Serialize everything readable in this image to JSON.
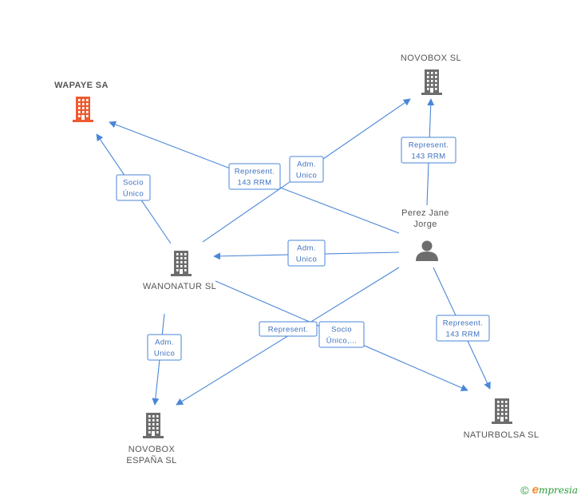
{
  "nodes": [
    {
      "id": "wapaye",
      "label": [
        "WAPAYE SA"
      ],
      "type": "company",
      "color": "#ee5a2f",
      "main": true
    },
    {
      "id": "novobox",
      "label": [
        "NOVOBOX SL"
      ],
      "type": "company",
      "color": "#6d6d6d"
    },
    {
      "id": "perez",
      "label": [
        "Perez Jane",
        "Jorge"
      ],
      "type": "person",
      "color": "#6d6d6d"
    },
    {
      "id": "wanonatur",
      "label": [
        "WANONATUR SL"
      ],
      "type": "company",
      "color": "#6d6d6d"
    },
    {
      "id": "novobox_es",
      "label": [
        "NOVOBOX",
        "ESPAÑA  SL"
      ],
      "type": "company",
      "color": "#6d6d6d"
    },
    {
      "id": "naturbolsa",
      "label": [
        "NATURBOLSA SL"
      ],
      "type": "company",
      "color": "#6d6d6d"
    }
  ],
  "edges": [
    {
      "from": "perez",
      "to": "wapaye",
      "label": [
        "Represent.",
        "143 RRM"
      ]
    },
    {
      "from": "wanonatur",
      "to": "wapaye",
      "label": [
        "Socio",
        "Único"
      ]
    },
    {
      "from": "wanonatur",
      "to": "novobox",
      "label": [
        "Adm.",
        "Unico"
      ]
    },
    {
      "from": "perez",
      "to": "novobox",
      "label": [
        "Represent.",
        "143 RRM"
      ]
    },
    {
      "from": "perez",
      "to": "wanonatur",
      "label": [
        "Adm.",
        "Unico"
      ]
    },
    {
      "from": "wanonatur",
      "to": "novobox_es",
      "label": [
        "Adm.",
        "Unico"
      ]
    },
    {
      "from": "perez",
      "to": "novobox_es",
      "label": [
        "Represent."
      ]
    },
    {
      "from": "wanonatur",
      "to": "naturbolsa",
      "label": [
        "Socio",
        "Único,..."
      ]
    },
    {
      "from": "perez",
      "to": "naturbolsa",
      "label": [
        "Represent.",
        "143 RRM"
      ]
    }
  ],
  "footer": {
    "copyright": "©",
    "brand_initial": "e",
    "brand_rest": "mpresia"
  },
  "colors": {
    "edge": "#4a86d8",
    "main_node": "#ee5a2f",
    "node": "#6d6d6d"
  }
}
